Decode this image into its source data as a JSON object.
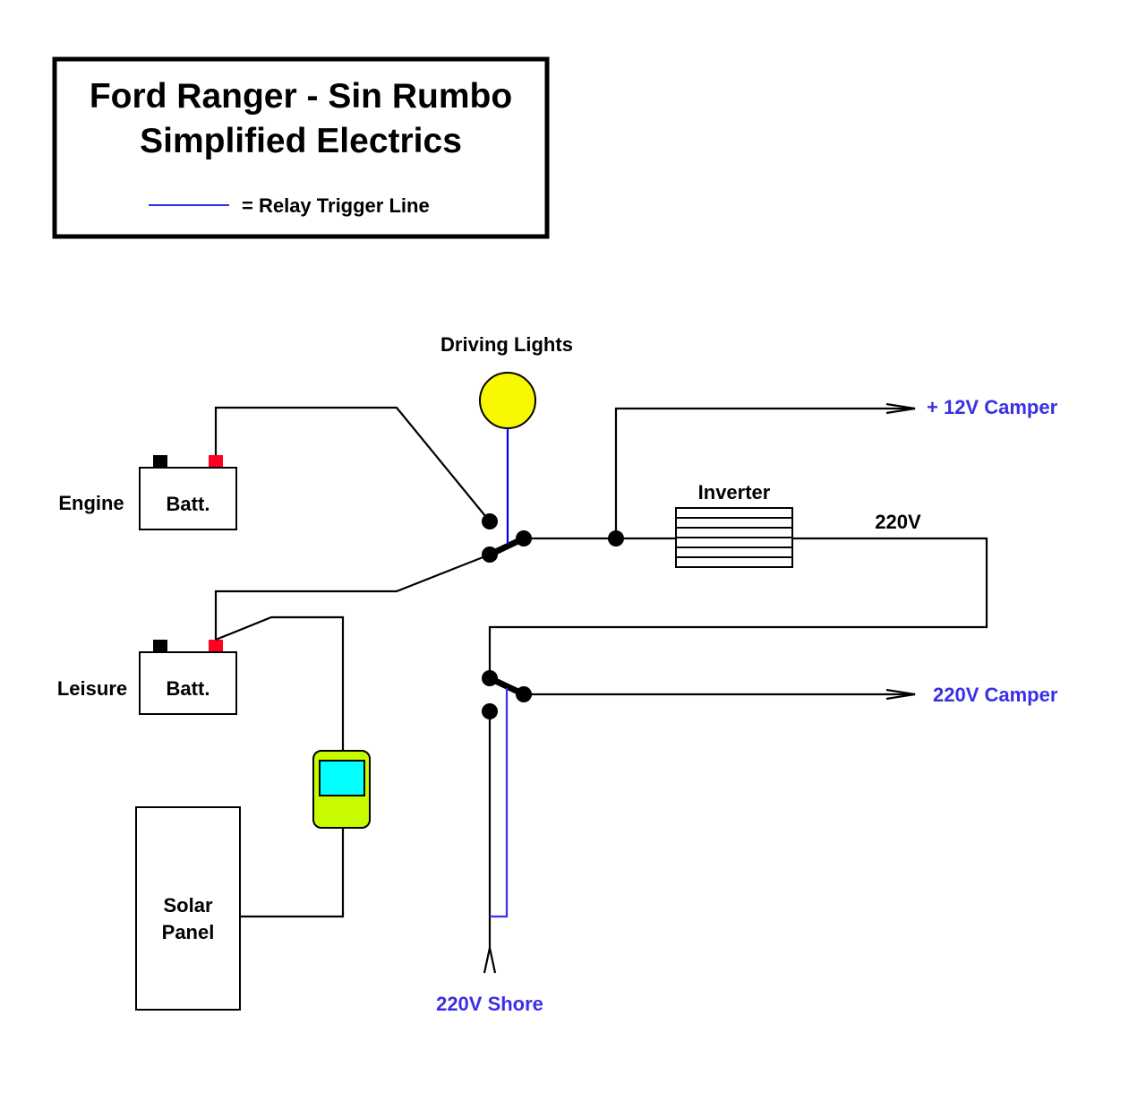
{
  "title_box": {
    "line1": "Ford Ranger - Sin Rumbo",
    "line2": "Simplified Electrics",
    "legend_text": "= Relay Trigger Line",
    "legend_line_color": "#2e2ee0"
  },
  "components": {
    "driving_lights": {
      "label": "Driving Lights",
      "color": "#f8f800"
    },
    "engine_battery": {
      "side_label": "Engine",
      "label": "Batt."
    },
    "leisure_battery": {
      "side_label": "Leisure",
      "label": "Batt."
    },
    "solar_panel": {
      "line1": "Solar",
      "line2": "Panel"
    },
    "charge_controller": {
      "body_color": "#c8fa00",
      "screen_color": "#00ffff"
    },
    "inverter": {
      "label": "Inverter",
      "output_label": "220V"
    },
    "terminal_colors": {
      "negative": "#000000",
      "positive": "#ff0022"
    }
  },
  "outputs": {
    "camper_12v": "+ 12V Camper",
    "camper_220v": "220V Camper",
    "shore_220v": "220V Shore"
  },
  "colors": {
    "trigger_line_top": "#0000ee",
    "trigger_line_bottom": "#3a2fe6",
    "output_label": "#3a2fe6"
  }
}
